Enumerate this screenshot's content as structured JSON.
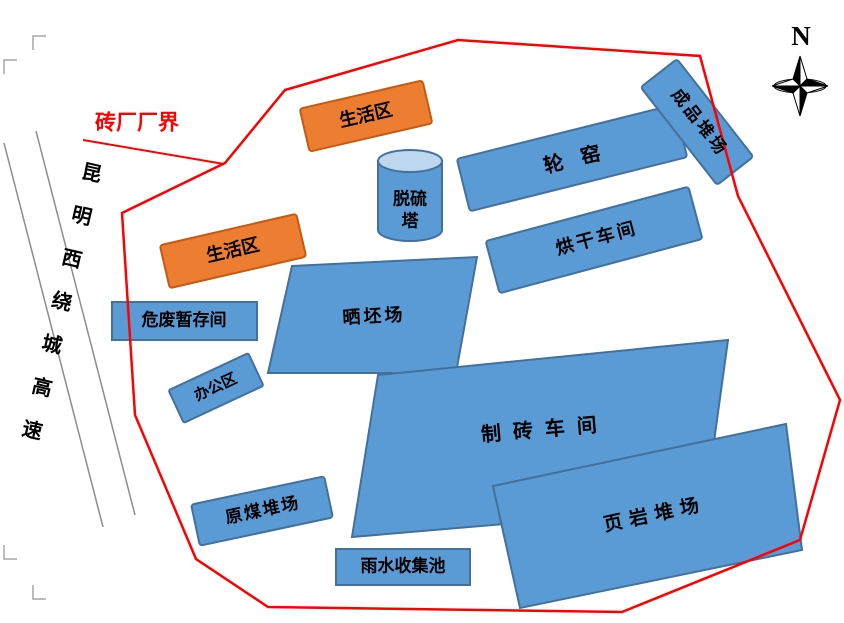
{
  "boundary": {
    "label": "砖厂厂界",
    "color": "#FF0000"
  },
  "road": {
    "name": "昆明西绕城高速"
  },
  "compass": {
    "label": "N"
  },
  "areas": {
    "living_top": {
      "label": "生活区",
      "type": "living"
    },
    "tower": {
      "label": "脱硫塔",
      "line1": "脱硫",
      "line2": "塔"
    },
    "ring_kiln": {
      "label": "轮窑"
    },
    "finished_yard": {
      "label": "成品堆场"
    },
    "drying_workshop": {
      "label": "烘干车间"
    },
    "living_left": {
      "label": "生活区",
      "type": "living"
    },
    "hazwaste": {
      "label": "危废暂存间"
    },
    "office": {
      "label": "办公区"
    },
    "brick_drying_field": {
      "label": "晒坯场"
    },
    "brick_workshop": {
      "label": "制砖车间"
    },
    "shale_yard": {
      "label": "页岩堆场"
    },
    "coal_yard": {
      "label": "原煤堆场"
    },
    "rain_pool": {
      "label": "雨水收集池"
    }
  },
  "colors": {
    "building": "#5B9BD5",
    "building_border": "#41719C",
    "cylinder_top": "#BDD7EE",
    "living": "#ED7D31",
    "living_border": "#C55A11",
    "boundary": "#FF0000",
    "road_line": "#8C8C8C"
  }
}
